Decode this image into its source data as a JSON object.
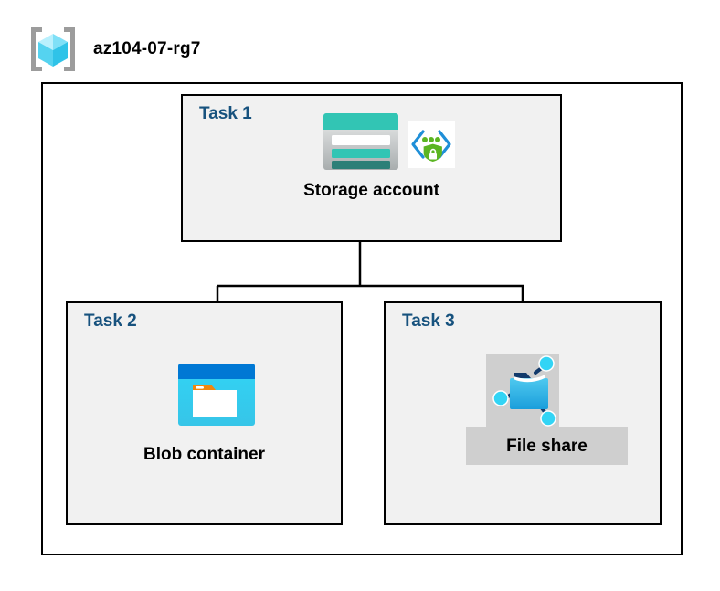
{
  "header": {
    "icon": "resource-group-icon",
    "title": "az104-07-rg7"
  },
  "diagram": {
    "container_label": "",
    "tasks": [
      {
        "id": "task1",
        "label": "Task 1",
        "node_caption": "Storage account",
        "icons": [
          "storage-account-icon",
          "private-endpoint-icon"
        ]
      },
      {
        "id": "task2",
        "label": "Task 2",
        "node_caption": "Blob container",
        "icons": [
          "blob-container-icon"
        ]
      },
      {
        "id": "task3",
        "label": "Task 3",
        "node_caption": "File share",
        "icons": [
          "file-share-icon"
        ]
      }
    ]
  },
  "colors": {
    "task_label": "#17527e",
    "box_fill": "#f1f1f1",
    "box_border": "#000000",
    "canvas": "#ffffff",
    "storage_teal": "#32c5b4",
    "storage_teal_dark": "#2c7f77",
    "blob_blue": "#0078d4",
    "blob_cyan": "#32d4f5",
    "blob_orange": "#f2870d",
    "shield_green": "#5bb522",
    "link_blue": "#1f8fd8",
    "highlight_gray": "#cfcfcf",
    "cube_cyan": "#9fe8fb",
    "bracket_gray": "#9c9c9c"
  }
}
